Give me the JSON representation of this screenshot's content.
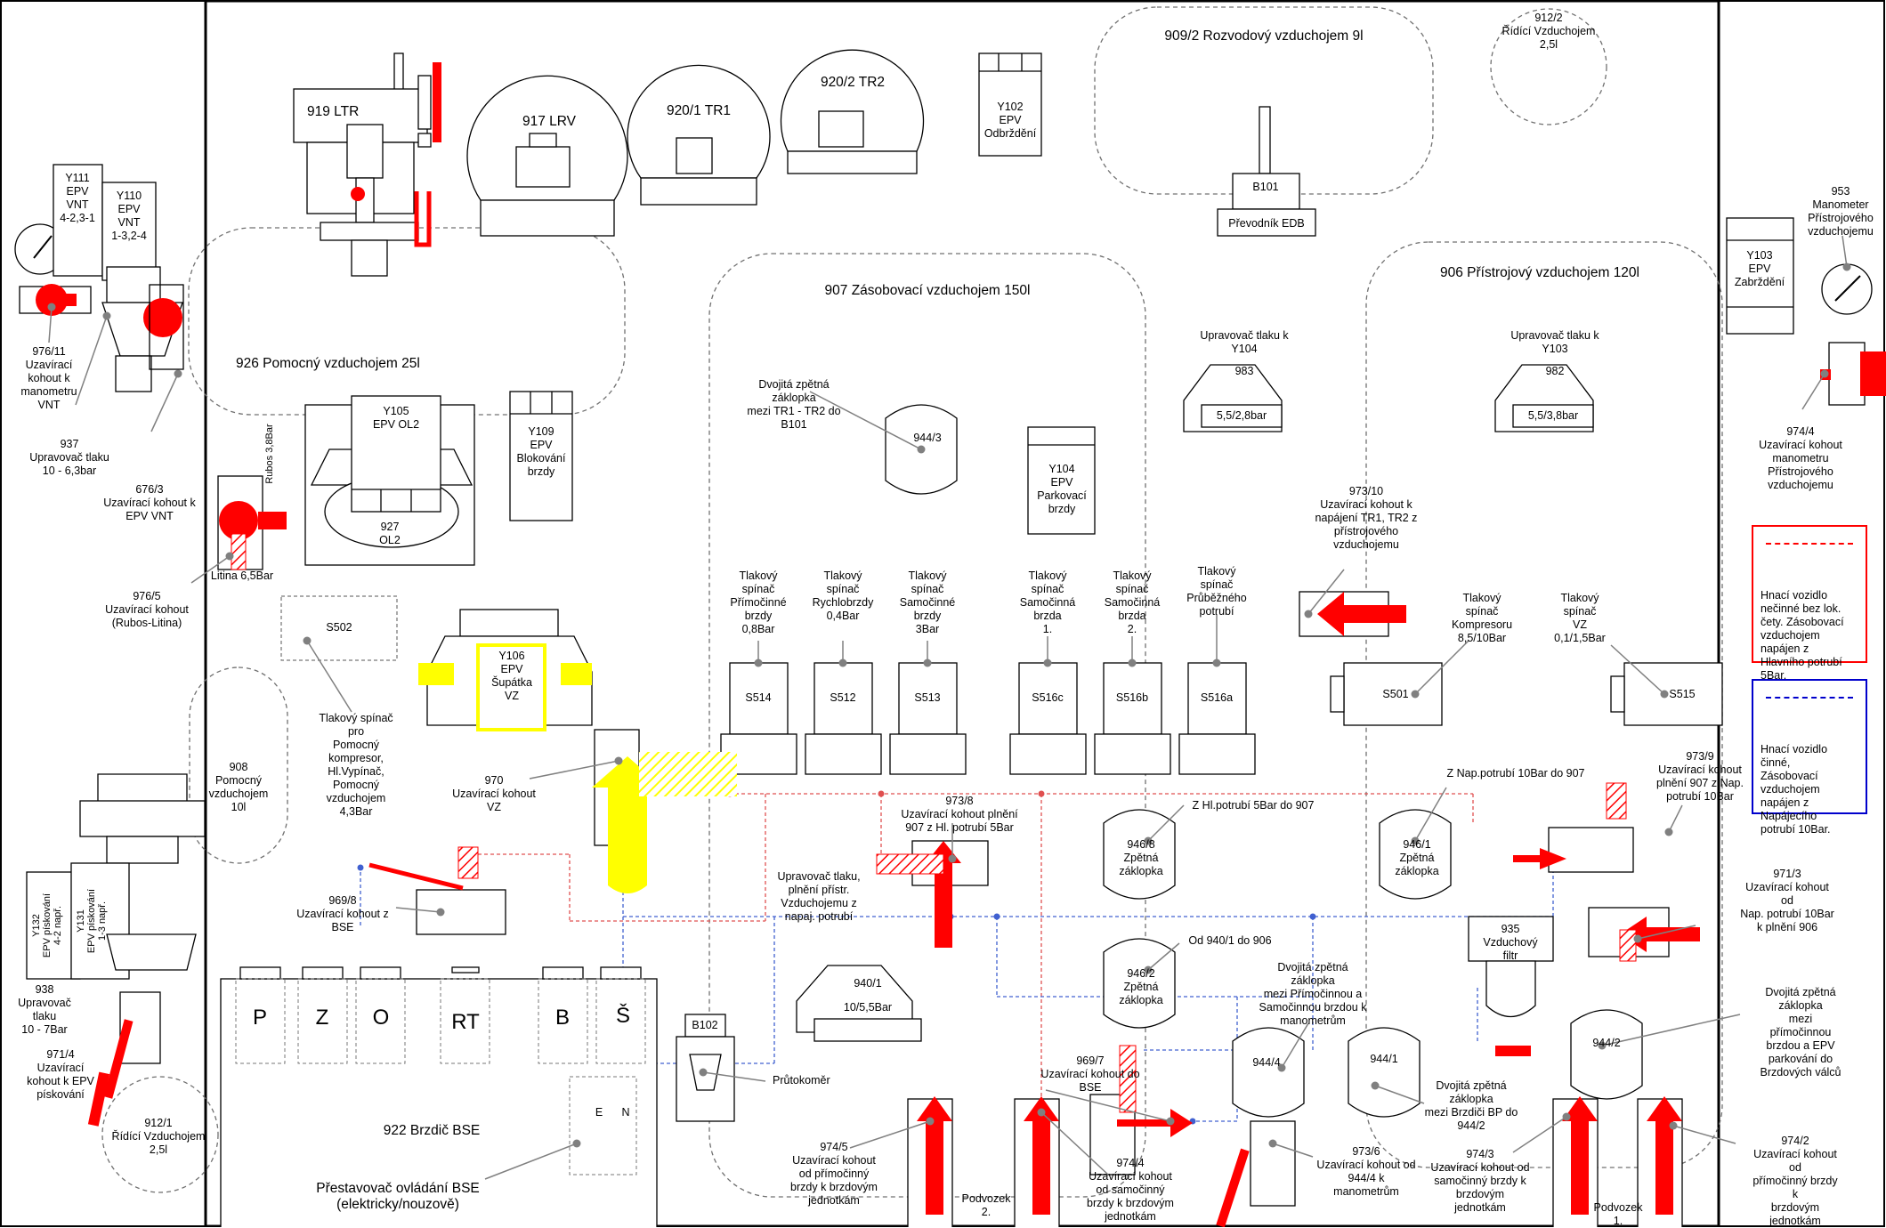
{
  "colors": {
    "air_line": "#e05050",
    "aux_line": "#4060d0",
    "valve": "#ff0000",
    "valve_body": "#ffffff",
    "highlight": "#ffff00",
    "legend_red": "#ff0000",
    "legend_blue": "#0000cc"
  },
  "reservoirs": {
    "r909": "909/2  Rozvodový vzduchojem 9l",
    "r912_2": "912/2\nŘídící Vzduchojem\n2,5l",
    "r926": "926  Pomocný vzduchojem 25l",
    "r907": "907  Zásobovací vzduchojem 150l",
    "r906": "906  Přístrojový vzduchojem 120l",
    "r908": "908\nPomocný\nvzduchojem\n10l",
    "r912_1": "912/1\nŘídící Vzduchojem\n2,5l"
  },
  "devices": {
    "ltr": "919  LTR",
    "lrv": "917  LRV",
    "tr1": "920/1  TR1",
    "tr2": "920/2  TR2",
    "y102": "Y102\nEPV\nOdbrždění",
    "b101": "B101",
    "edb": "Převodník EDB",
    "y111": "Y111\nEPV\nVNT\n4-2,3-1",
    "y110": "Y110\nEPV\nVNT\n1-3,2-4",
    "y105": "Y105\nEPV OL2",
    "y109": "Y109\nEPV\nBlokování\nbrzdy",
    "ol2": "927\nOL2",
    "y103": "Y103\nEPV\nZabrždění",
    "y104": "Y104\nEPV\nParkovací\nbrzdy",
    "y106": "Y106\nEPV\nŠupátka\nVZ",
    "s502": "S502",
    "s514": "S514",
    "s512": "S512",
    "s513": "S513",
    "s516c": "S516c",
    "s516b": "S516b",
    "s516a": "S516a",
    "s501": "S501",
    "s515": "S515",
    "v983": "983",
    "v983_val": "5,5/2,8bar",
    "v982": "982",
    "v982_val": "5,5/3,8bar",
    "v944_3": "944/3",
    "v946_8": "946/8\nZpětná\nzáklopka",
    "v946_1": "946/1\nZpětná\nzáklopka",
    "v946_2": "946/2\nZpětná\nzáklopka",
    "v944_4": "944/4",
    "v944_1": "944/1",
    "v944_2": "944/2",
    "v940": "940/1",
    "v940_val": "10/5,5Bar",
    "filter": "935\nVzduchový\nfiltr",
    "b102": "B102",
    "bse_p": "P",
    "bse_z": "Z",
    "bse_o": "O",
    "bse_rt": "RT",
    "bse_b": "B",
    "bse_s": "Š",
    "bse_title": "922 Brzdič BSE",
    "bse_switch": "Přestavovač ovládání BSE\n(elektricky/nouzově)",
    "bse_e": "E",
    "bse_n": "N",
    "y132": "Y132\nEPV pískování\n4-2 např.",
    "y131": "Y131\nEPV pískování\n1-3 např.",
    "rubos": "Rubos 3,8Bar",
    "litina": "Litina 6,5Bar"
  },
  "annotations": {
    "a976_11": "976/11\nUzavírací\nkohout k\nmanometru\nVNT",
    "a937": "937\nUpravovač tlaku\n10 - 6,3bar",
    "a676_3": "676/3\nUzavírací kohout k\nEPV VNT",
    "a976_5": "976/5\nUzavírací kohout\n(Rubos-Litina)",
    "a953": "953\nManometer\nPřístrojového\nvzduchojemu",
    "a974_4r": "974/4\nUzavírací kohout\nmanometru\nPřístrojového\nvzduchojemu",
    "a983": "Upravovač tlaku k\nY104",
    "a982": "Upravovač tlaku k\nY103",
    "a944_3": "Dvojitá zpětná\nzáklopka\nmezi TR1 - TR2 do\nB101",
    "a973_10": "973/10\nUzavírací kohout k\nnapájení  TR1, TR2 z\npřístrojového\nvzduchojemu",
    "a_s514": "Tlakový\nspínač\nPřímočinné\nbrzdy\n0,8Bar",
    "a_s512": "Tlakový\nspínač\nRychlobrzdy\n0,4Bar",
    "a_s513": "Tlakový\nspínač\nSamočinné\nbrzdy\n3Bar",
    "a_s516c": "Tlakový\nspínač\nSamočinná\nbrzda\n1.",
    "a_s516b": "Tlakový\nspínač\nSamočinná\nbrzda\n2.",
    "a_s516a": "Tlakový\nspínač\nPrůběžného\npotrubí",
    "a_s501": "Tlakový\nspínač\nKompresoru\n8,5/10Bar",
    "a_s515": "Tlakový\nspínač\nVZ\n0,1/1,5Bar",
    "a_s502": "Tlakový spínač\npro\nPomocný\nkompresor,\nHl.Vypínač,\nPomocný\nvzduchojem\n4,3Bar",
    "a970": "970\nUzavírací kohout\nVZ",
    "a969_8": "969/8\nUzavírací kohout z\nBSE",
    "a973_8": "973/8\nUzavírací kohout plnění\n907 z Hl. potrubí 5Bar",
    "a_hl": "Z Hl.potrubí 5Bar do 907",
    "a_nap": "Z Nap.potrubí 10Bar do 907",
    "a973_9": "973/9\nUzavírací kohout\nplnění 907 z Nap.\npotrubí 10Bar",
    "a971_3": "971/3\nUzavírací kohout od\nNap. potrubí 10Bar\nk plnění 906",
    "a940": "Upravovač tlaku,\nplnění přístr.\nVzduchojemu z\nnapaj. potrubí",
    "a_940_906": "Od 940/1 do 906",
    "a944_4": "Dvojitá zpětná\nzáklopka\nmezi Přímočinnou a\nSamočinnou brzdou k\nmanometrům",
    "a944_1": "Dvojitá zpětná\nzáklopka\nmezi Brzdiči BP do\n944/2",
    "a944_2": "Dvojitá zpětná\nzáklopka\nmezi přímočinnou\nbrzdou a EPV\nparkování do\nBrzdových válců",
    "a969_7": "969/7\nUzavírací kohout do\nBSE",
    "a_prut": "Průtokoměr",
    "a974_5": "974/5\nUzavírací kohout\nod přímočinný\nbrzdy k brzdovým\njednotkám",
    "a974_4b": "974/4\nUzavírací kohout\nod samočinný\nbrzdy k brzdovým\njednotkám",
    "a973_6": "973/6\nUzavírací kohout od\n944/4 k\nmanometrům",
    "a974_3": "974/3\nUzavírací kohout od\nsamočinný brzdy k\nbrzdovým\njednotkám",
    "a974_2": "974/2\nUzavírací kohout od\npřímočinný brzdy k\nbrzdovým\njednotkám",
    "a938": "938\nUpravovač\ntlaku\n10 - 7Bar",
    "a971_4": "971/4\nUzavírací\nkohout k EPV\npískování",
    "podvozek2": "Podvozek\n2.",
    "podvozek1": "Podvozek\n1."
  },
  "legend": {
    "red": "Hnací vozidlo\nnečinné bez lok.\nčety. Zásobovací\nvzduchojem\nnapájen z\nHlavního potrubí\n5Bar.",
    "blue": "Hnací vozidlo\nčinné,\nZásobovací\nvzduchojem\nnapájen z\nNapájecího\npotrubí 10Bar."
  }
}
